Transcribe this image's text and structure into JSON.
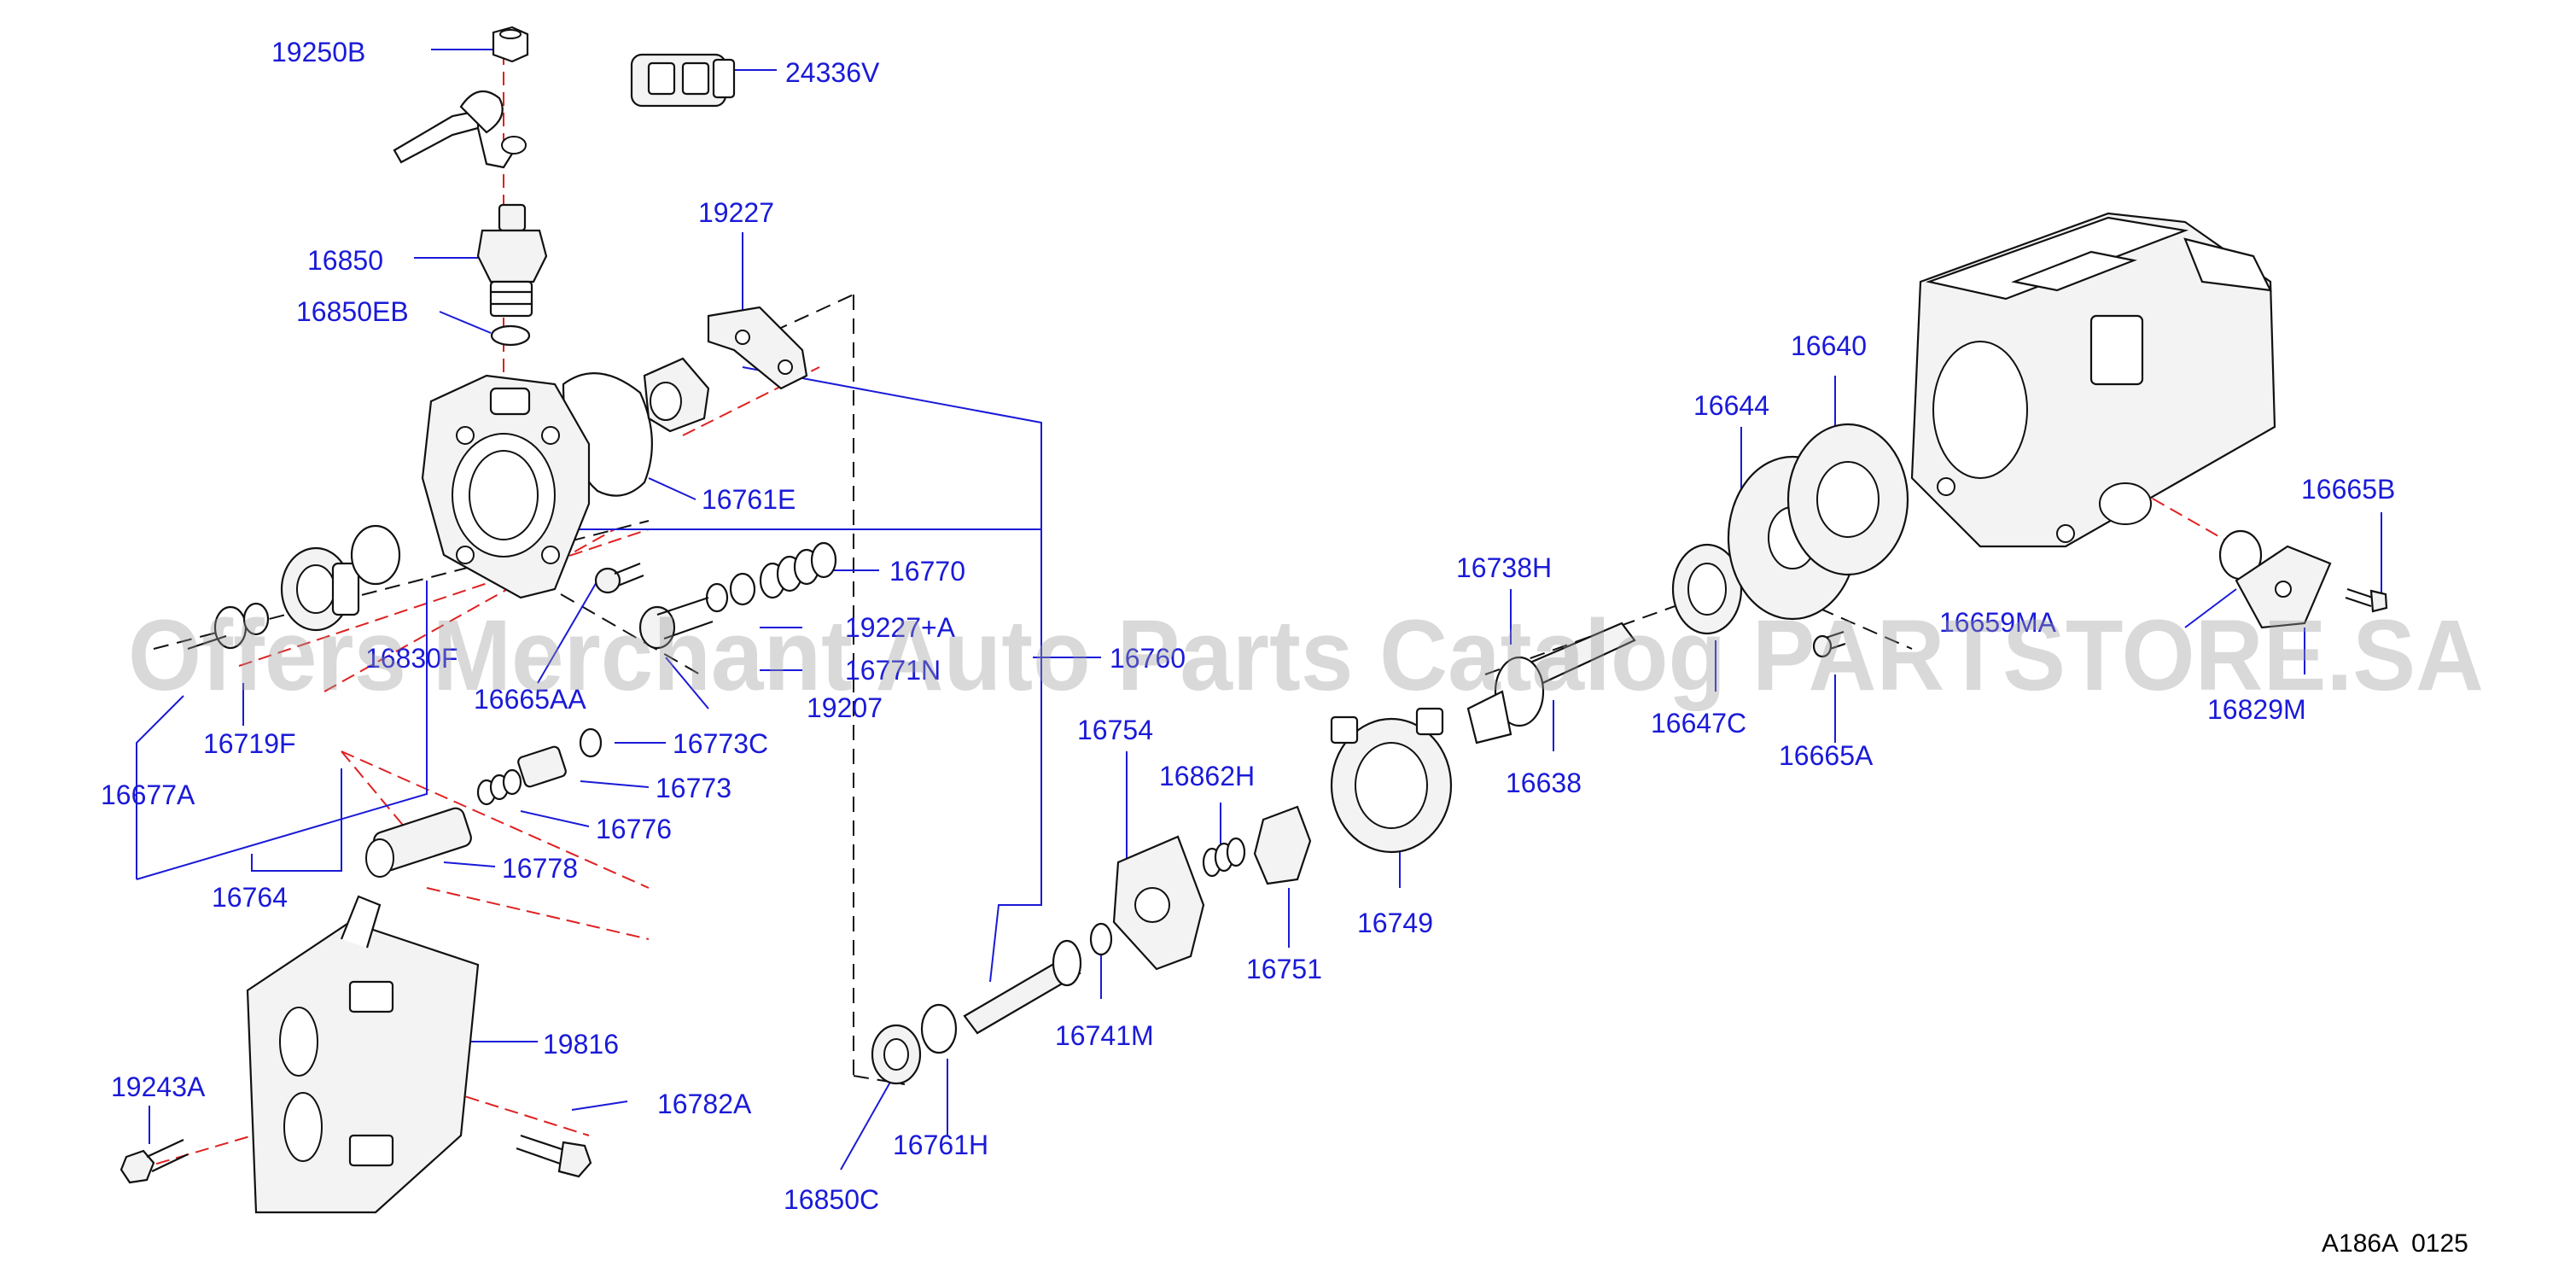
{
  "parts": {
    "p19250B": "19250B",
    "p24336V": "24336V",
    "p16850": "16850",
    "p16850EB": "16850EB",
    "p19227": "19227",
    "p16761E": "16761E",
    "p16770": "16770",
    "p16830F": "16830F",
    "p19227A": "19227+A",
    "p16771N": "16771N",
    "p16760": "16760",
    "p16665AA": "16665AA",
    "p19207": "19207",
    "p16773C": "16773C",
    "p16773": "16773",
    "p16776": "16776",
    "p16778": "16778",
    "p16719F": "16719F",
    "p16677A": "16677A",
    "p16764": "16764",
    "p19816": "19816",
    "p19243A": "19243A",
    "p16782A": "16782A",
    "p16850C": "16850C",
    "p16761H": "16761H",
    "p16741M": "16741M",
    "p16754": "16754",
    "p16862H": "16862H",
    "p16751": "16751",
    "p16749": "16749",
    "p16738H": "16738H",
    "p16638": "16638",
    "p16647C": "16647C",
    "p16644": "16644",
    "p16640": "16640",
    "p16665A": "16665A",
    "p16659MA": "16659MA",
    "p16665B": "16665B",
    "p16829M": "16829M"
  },
  "footer": {
    "code": "A186A  0125"
  },
  "watermark": "Offers Merchant Auto Parts Catalog PARTSTORE.SA",
  "colors": {
    "label": "#1a1ad8",
    "guide": "#e02020",
    "outline": "#111111"
  }
}
